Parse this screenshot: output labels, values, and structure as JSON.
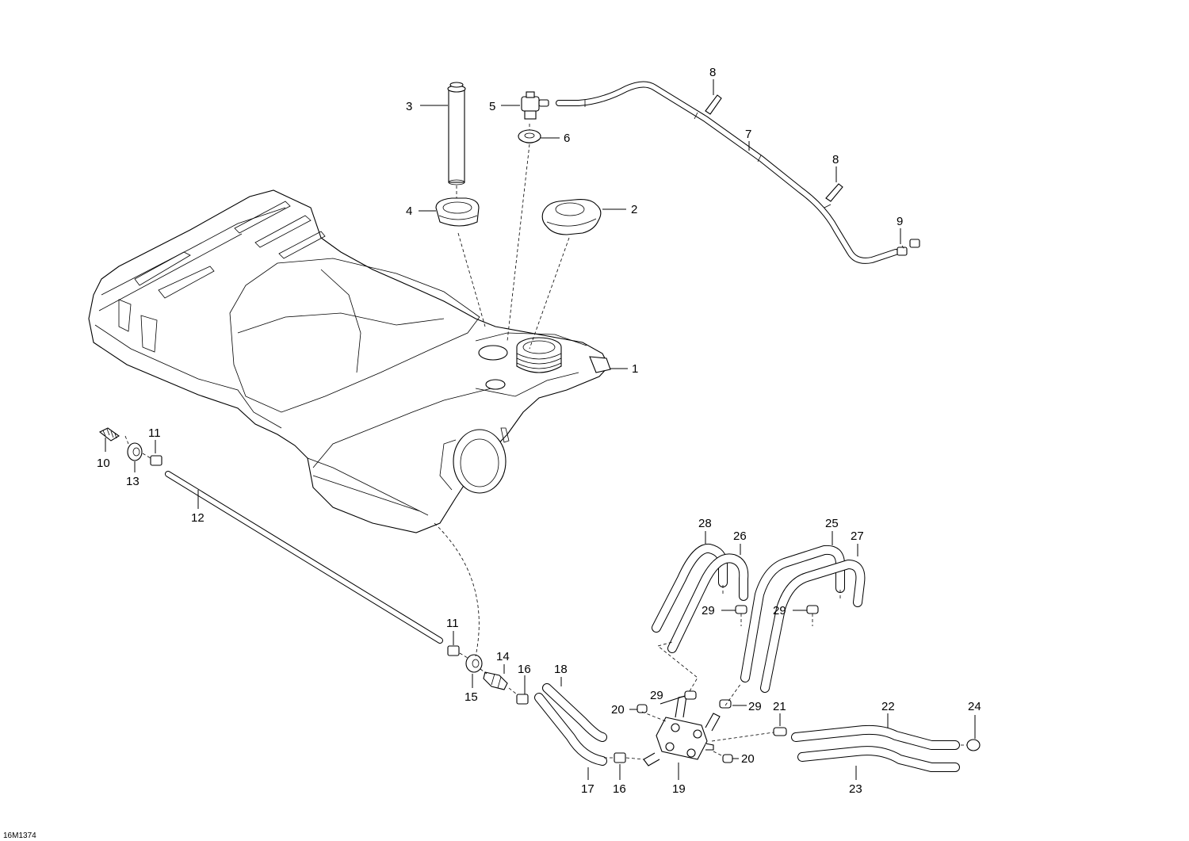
{
  "diagram": {
    "code": "16M1374",
    "callouts": [
      "1",
      "2",
      "3",
      "4",
      "5",
      "6",
      "7",
      "8",
      "9",
      "10",
      "11",
      "12",
      "13",
      "14",
      "15",
      "16",
      "17",
      "18",
      "19",
      "20",
      "21",
      "22",
      "23",
      "24",
      "25",
      "26",
      "27",
      "28",
      "29"
    ]
  }
}
